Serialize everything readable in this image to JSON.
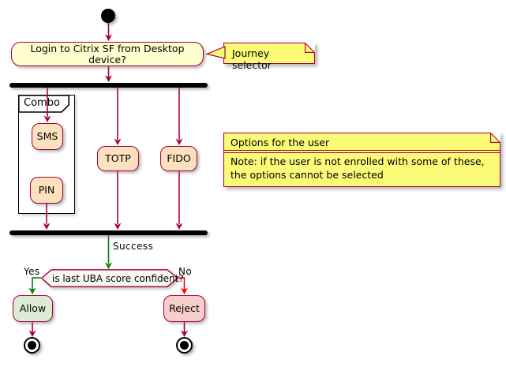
{
  "diagram_type": "activity-flowchart",
  "colors": {
    "edge": "#A80036",
    "success_edge": "#008000",
    "no_edge": "#FF0000",
    "bar": "#000000",
    "activity_fill": "#FEFECE",
    "option_fill": "#FCE1BE",
    "allow_fill": "#DCEBD3",
    "reject_fill": "#F6CECC",
    "decision_fill": "#F8F8F2",
    "note_fill": "#FBFB77"
  },
  "nodes": {
    "login": "Login to Citrix SF from Desktop device?",
    "sms": "SMS",
    "pin": "PIN",
    "totp": "TOTP",
    "fido": "FIDO",
    "decision": "is last UBA score confident?",
    "allow": "Allow",
    "reject": "Reject"
  },
  "partition": {
    "label": "Combo"
  },
  "edge_labels": {
    "success": "Success",
    "yes": "Yes",
    "no": "No"
  },
  "notes": {
    "journey": "Journey selector",
    "options_title": "Options for the user",
    "options_body": "Note: if the user is not enrolled with some of these,\nthe options cannot be selected"
  }
}
